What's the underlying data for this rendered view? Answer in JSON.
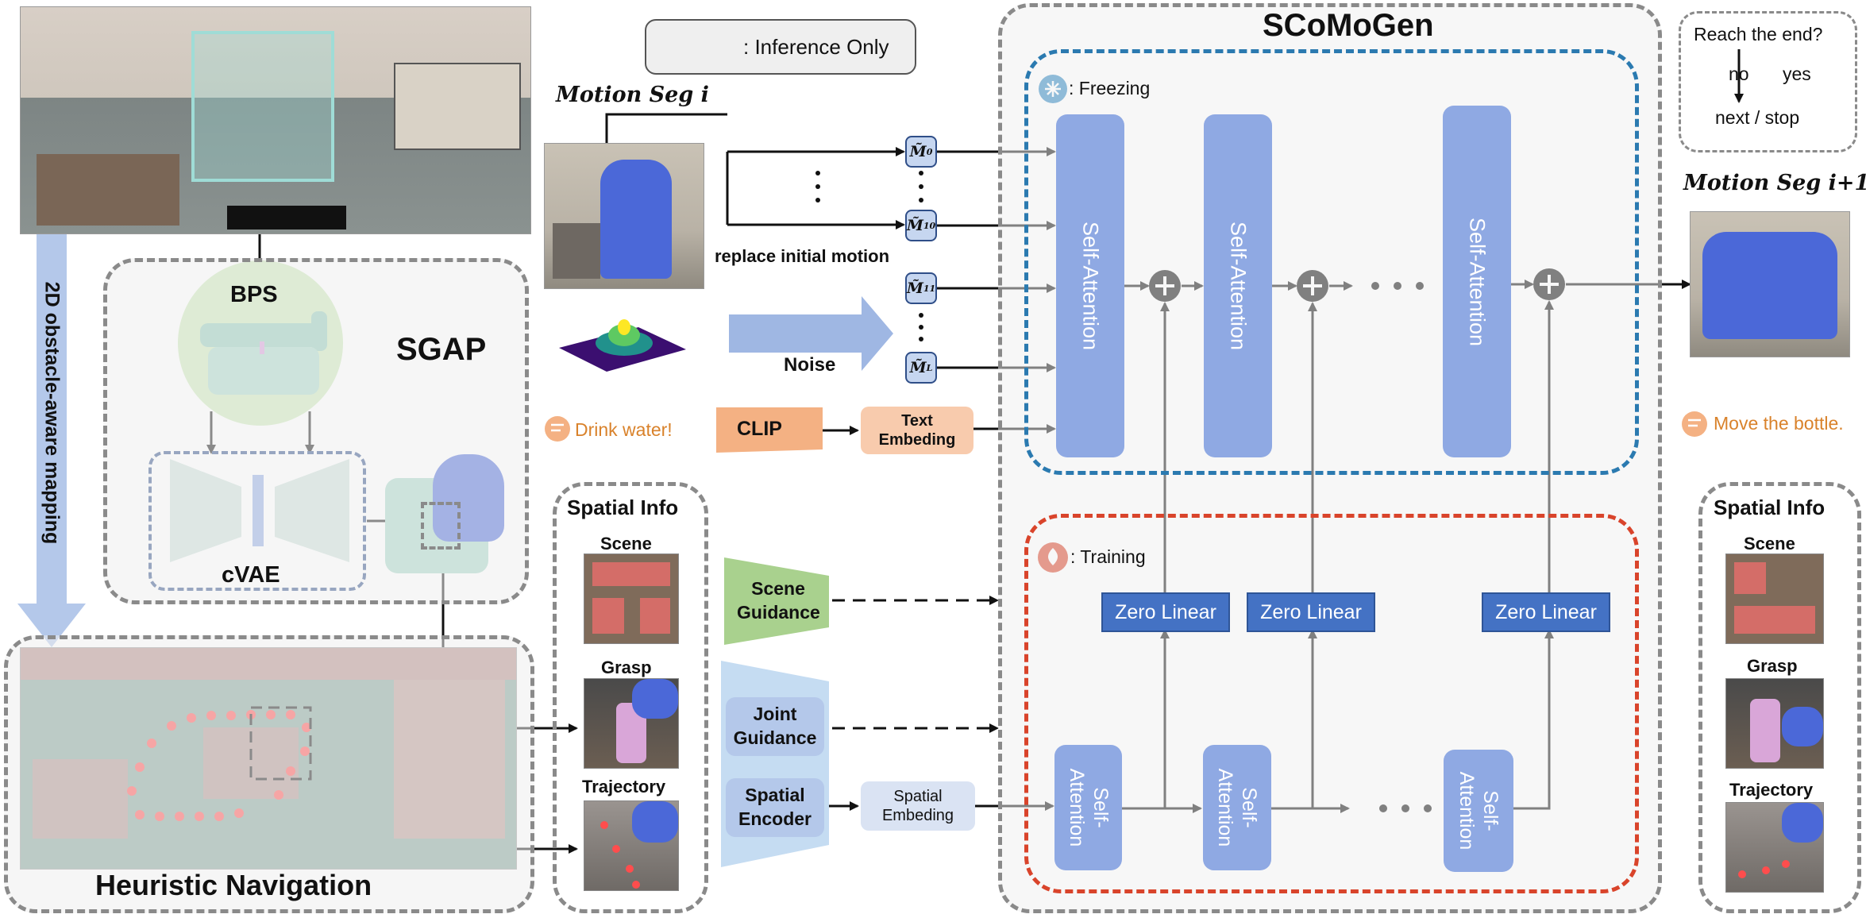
{
  "legend": {
    "inference_label": ": Inference Only"
  },
  "main_title": "SCoMoGen",
  "decision_box": {
    "question": "Reach the end?",
    "no_label": "no",
    "yes_label": "yes",
    "result": "next / stop"
  },
  "motion_seg_in": "Motion Seg i",
  "motion_seg_out": "Motion Seg i+1",
  "freezing_label": ": Freezing",
  "training_label": ": Training",
  "self_attention_label": "Self-Attention",
  "self_attention_split": "Self-\nAttention",
  "zero_linear_label": "Zero Linear",
  "tokens": [
    {
      "base": "M",
      "sub": "0"
    },
    {
      "base": "M",
      "sub": "10"
    },
    {
      "base": "M",
      "sub": "11"
    },
    {
      "base": "M",
      "sub": "L"
    }
  ],
  "replace_initial_motion": "replace initial motion",
  "noise_label": "Noise",
  "text_prompt_in": "Drink water!",
  "text_prompt_out": "Move the bottle.",
  "clip_label": "CLIP",
  "text_embedding_label": "Text\nEmbeding",
  "spatial_embedding_label": "Spatial\nEmbeding",
  "scene_guidance_label": "Scene\nGuidance",
  "joint_guidance_label": "Joint\nGuidance",
  "spatial_encoder_label": "Spatial\nEncoder",
  "spatial_info_title": "Spatial Info",
  "spatial_items": [
    "Scene",
    "Grasp",
    "Trajectory"
  ],
  "sgap_title": "SGAP",
  "bps_label": "BPS",
  "cvae_label": "cVAE",
  "mapping_label": "2D obstacle-aware mapping",
  "navigation_label": "Heuristic Navigation",
  "colors": {
    "blue_box": "#8fa9e3",
    "zero_linear": "#4472c4",
    "frozen_border": "#2b7ab0",
    "training_border": "#d9442b",
    "prompt_orange": "#d9822b",
    "clip_orange": "#f4b183"
  }
}
